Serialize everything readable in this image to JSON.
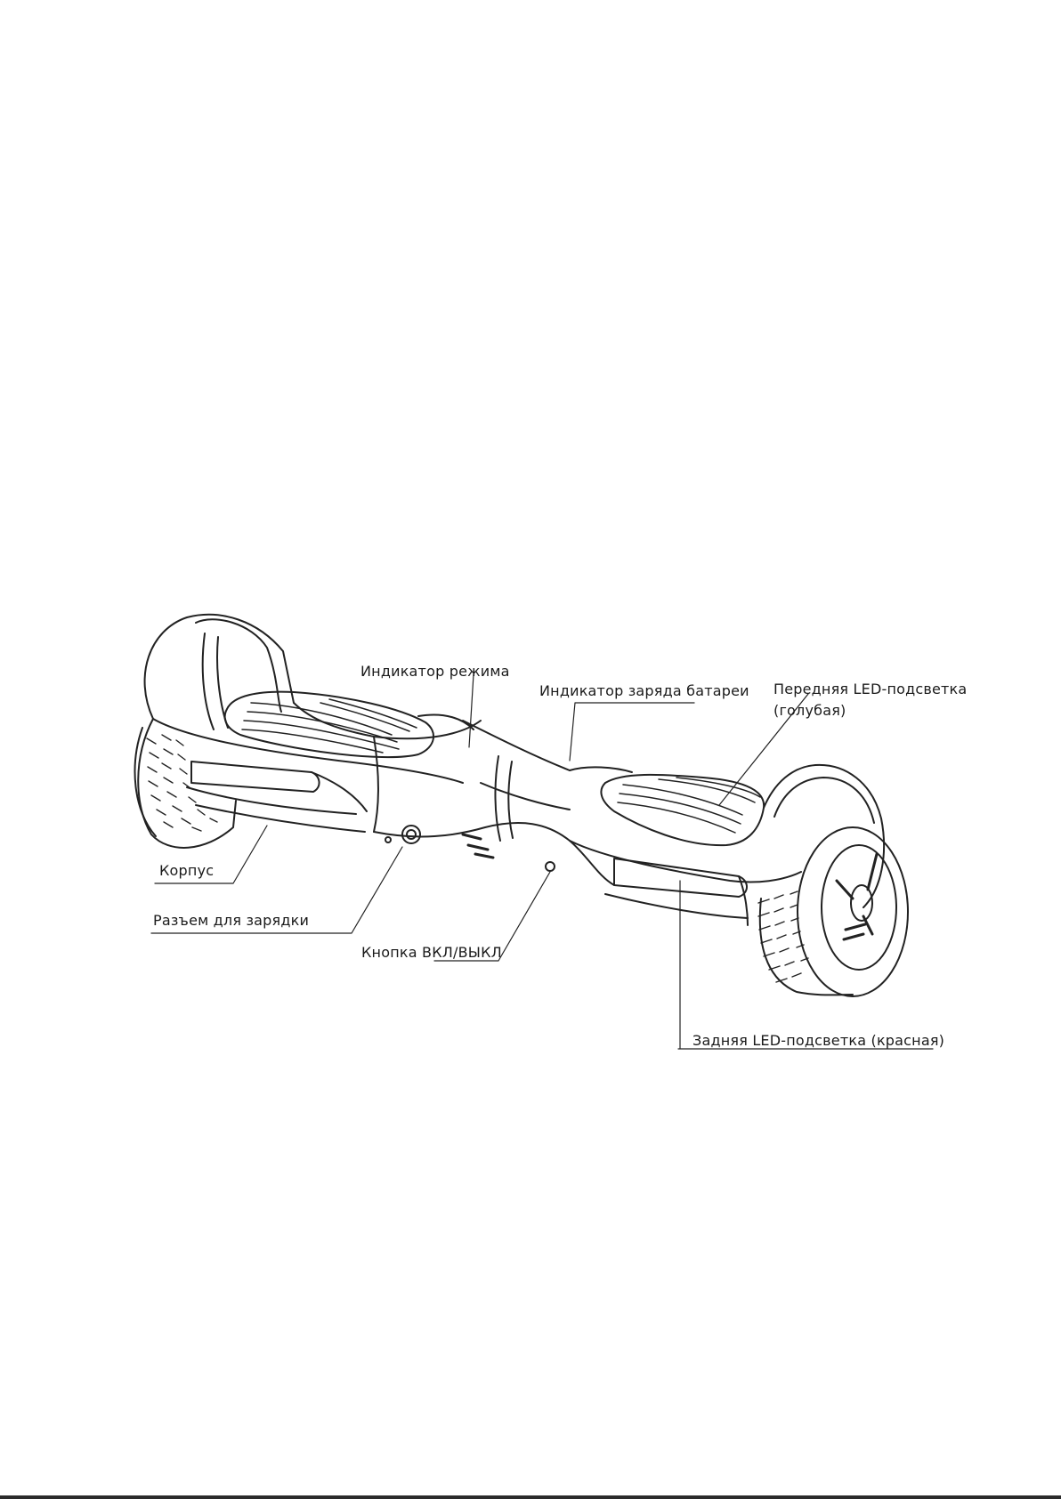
{
  "callouts": {
    "mode_indicator": "Индикатор режима",
    "battery_indicator": "Индикатор заряда батареи",
    "front_led": "Передняя LED-подсветка",
    "front_led_color": "(голубая)",
    "body": "Корпус",
    "charging_port": "Разъем для зарядки",
    "power_button": "Кнопка ВКЛ/ВЫКЛ",
    "rear_led": "Задняя LED-подсветка (красная)"
  }
}
